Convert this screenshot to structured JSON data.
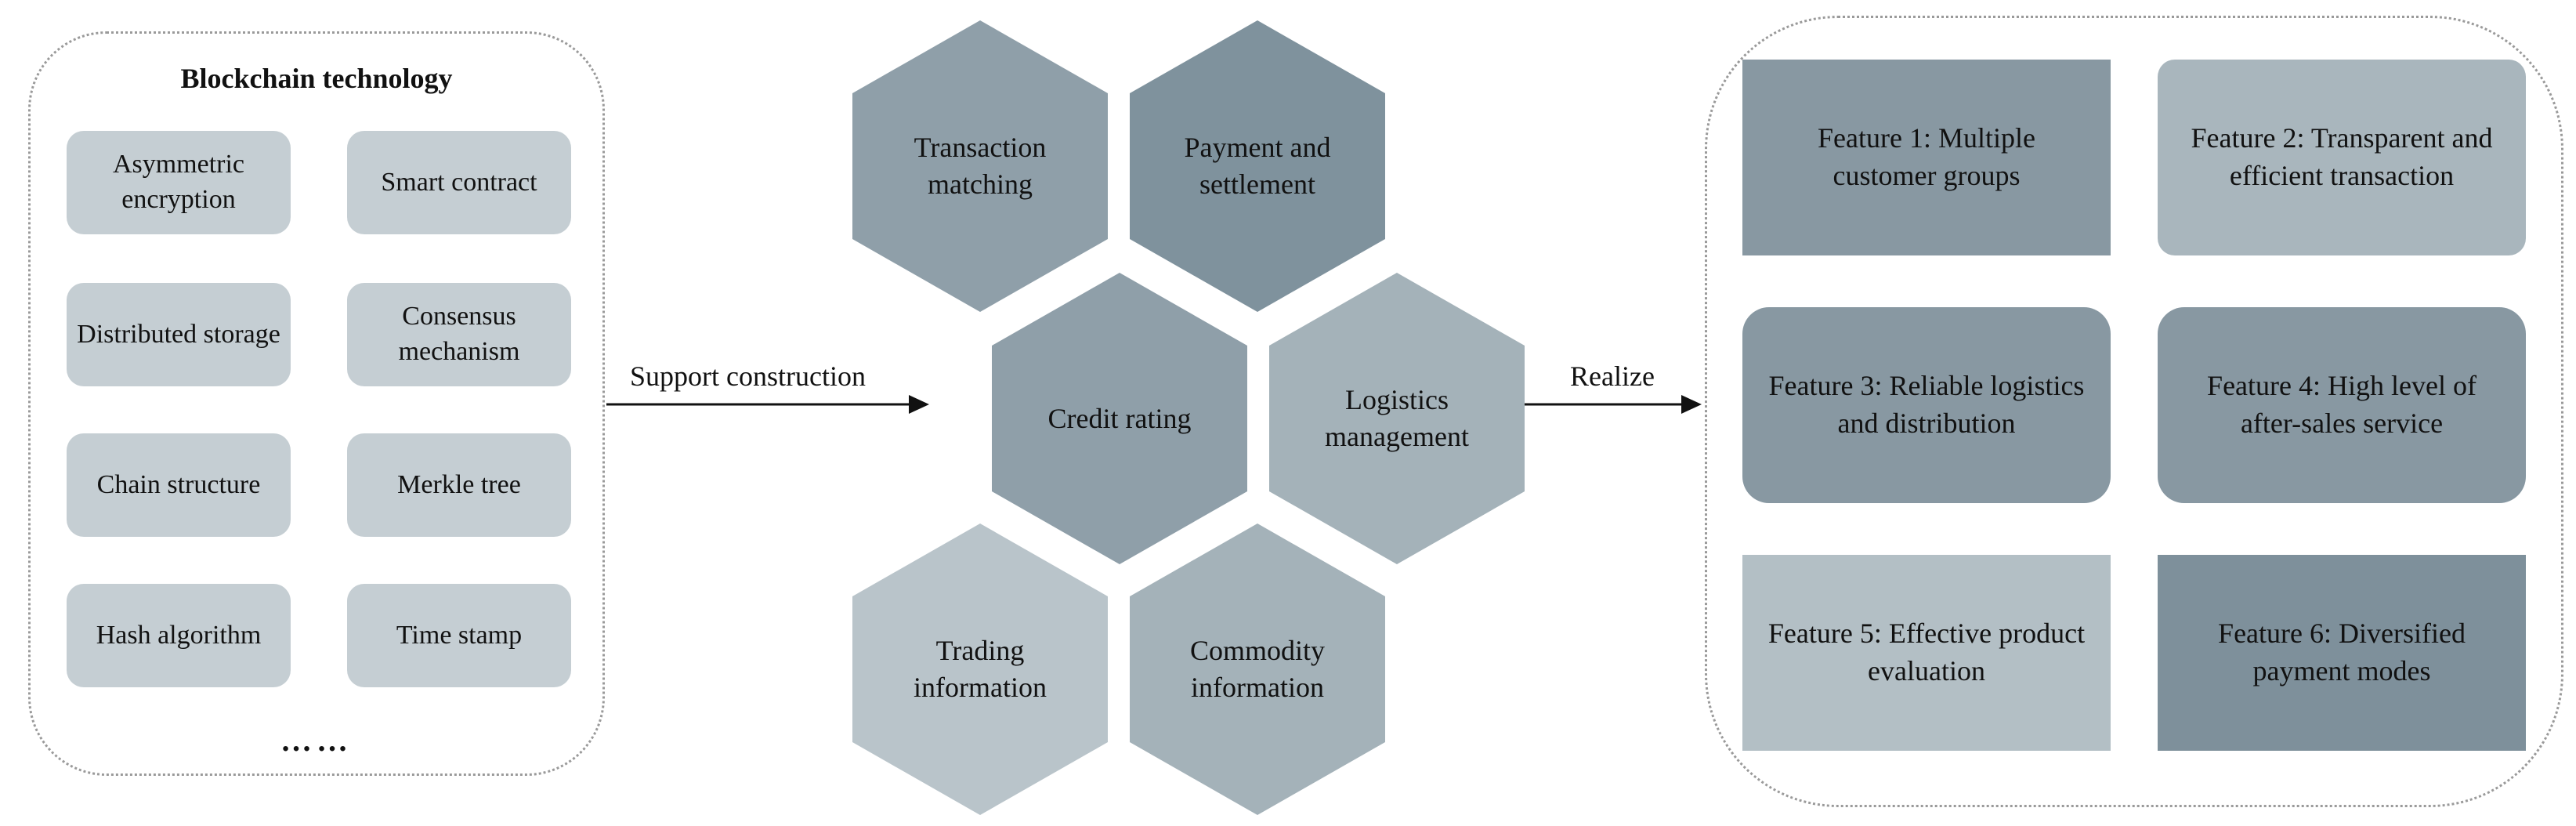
{
  "left_panel": {
    "title": "Blockchain technology",
    "items": [
      "Asymmetric encryption",
      "Smart contract",
      "Distributed storage",
      "Consensus mechanism",
      "Chain structure",
      "Merkle tree",
      "Hash algorithm",
      "Time stamp"
    ],
    "ellipsis": "……"
  },
  "arrows": {
    "left_label": "Support construction",
    "right_label": "Realize"
  },
  "hexagons": [
    {
      "label": "Transaction matching",
      "color": "#8f9fa9"
    },
    {
      "label": "Payment and settlement",
      "color": "#7f929d"
    },
    {
      "label": "Credit rating",
      "color": "#8f9fa9"
    },
    {
      "label": "Logistics management",
      "color": "#a4b2b9"
    },
    {
      "label": "Trading information",
      "color": "#b9c4ca"
    },
    {
      "label": "Commodity information",
      "color": "#a4b2b9"
    }
  ],
  "features": [
    {
      "label": "Feature 1: Multiple customer groups",
      "color": "#8898a2"
    },
    {
      "label": "Feature 2: Transparent and efficient transaction",
      "color": "#a9b6bd"
    },
    {
      "label": "Feature 3: Reliable logistics and distribution",
      "color": "#8898a2"
    },
    {
      "label": "Feature 4: High level of after-sales service",
      "color": "#8898a2"
    },
    {
      "label": "Feature 5: Effective product evaluation",
      "color": "#b3bfc5"
    },
    {
      "label": "Feature 6: Diversified payment modes",
      "color": "#7e909b"
    }
  ],
  "colors": {
    "tech_item_fill": "#c5ced3",
    "panel_border": "#9a9a9a",
    "arrow": "#111111"
  }
}
